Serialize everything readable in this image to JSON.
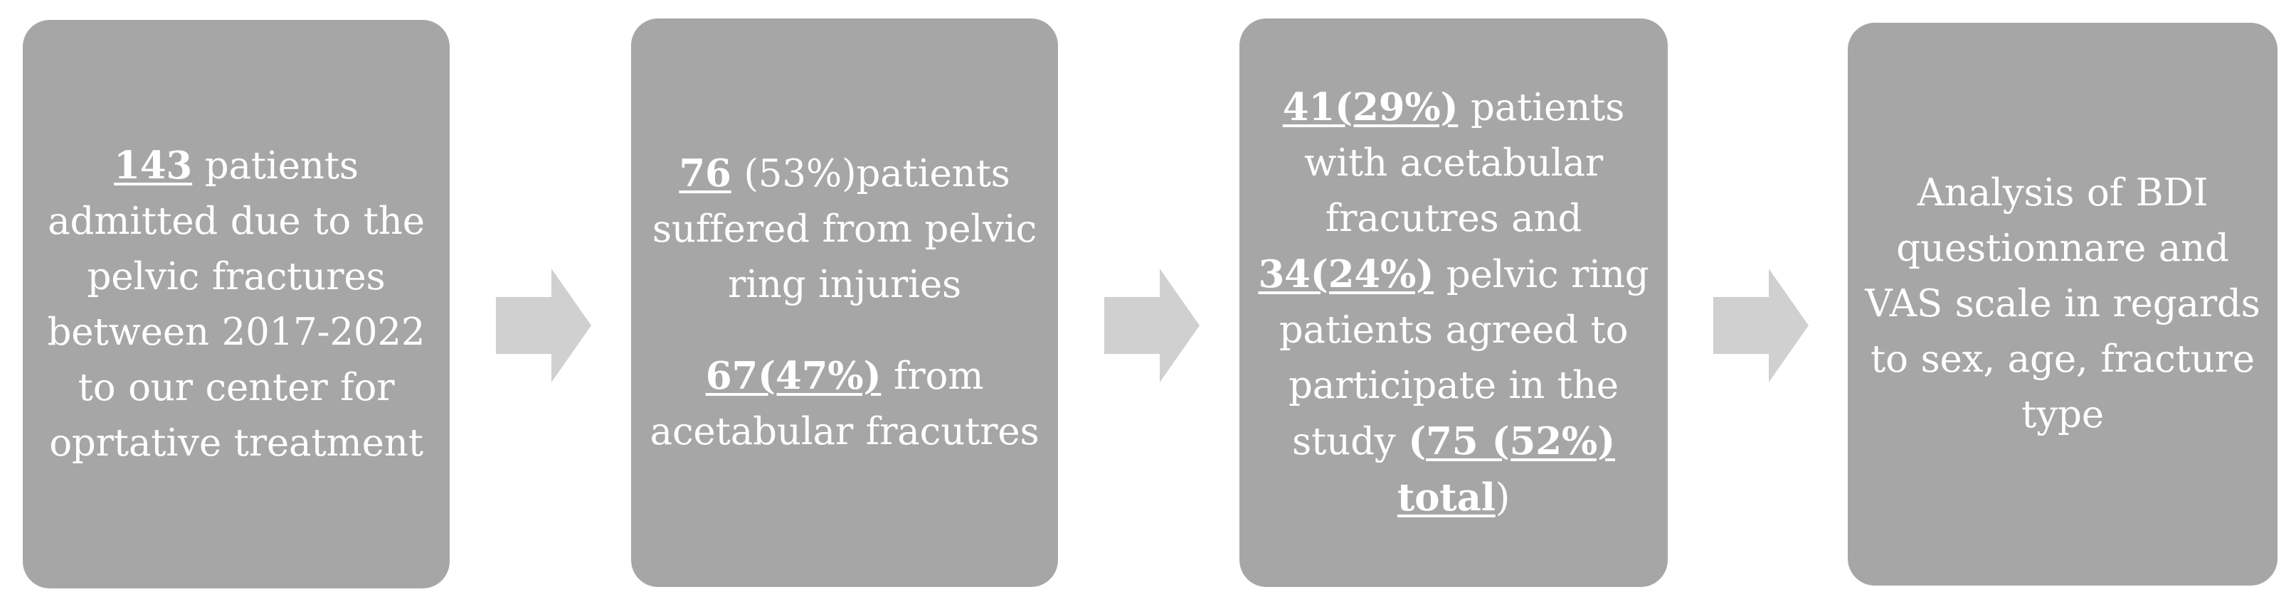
{
  "diagram": {
    "type": "flowchart",
    "orientation": "left-to-right",
    "colors": {
      "box_fill": "#a6a6a6",
      "arrow_fill": "#d0d0d0",
      "text": "#ffffff",
      "background": "#ffffff"
    },
    "nodes": [
      {
        "id": "node-1",
        "paragraphs": [
          {
            "runs": [
              {
                "text": "143",
                "style": "bold-underline"
              },
              {
                "text": " patients admitted due to the pelvic fractures between 2017-2022 to our center for oprtative treatment",
                "style": "plain"
              }
            ],
            "plain_text": "143 patients admitted due to the pelvic fractures between 2017-2022 to our center for oprtative treatment"
          }
        ]
      },
      {
        "id": "node-2",
        "paragraphs": [
          {
            "runs": [
              {
                "text": "76",
                "style": "bold-underline"
              },
              {
                "text": " (53%)patients suffered from pelvic ring injuries",
                "style": "plain"
              }
            ],
            "plain_text": "76 (53%)patients suffered from pelvic ring injuries"
          },
          {
            "runs": [
              {
                "text": "67(47%)",
                "style": "bold-underline"
              },
              {
                "text": " from acetabular fracutres",
                "style": "plain"
              }
            ],
            "plain_text": "67(47%) from acetabular fracutres"
          }
        ]
      },
      {
        "id": "node-3",
        "paragraphs": [
          {
            "runs": [
              {
                "text": "41(29%)",
                "style": "bold-underline"
              },
              {
                "text": " patients with acetabular fracutres and ",
                "style": "plain"
              },
              {
                "text": "34(24%)",
                "style": "bold-underline"
              },
              {
                "text": " pelvic ring patients agreed to participate in the study ",
                "style": "plain"
              },
              {
                "text": "(",
                "style": "bold"
              },
              {
                "text": "75 (52%) total",
                "style": "bold-underline"
              },
              {
                "text": ")",
                "style": "plain"
              }
            ],
            "plain_text": "41(29%) patients with acetabular fracutres and 34(24%) pelvic ring patients agreed to participate in the study (75 (52%) total)"
          }
        ]
      },
      {
        "id": "node-4",
        "paragraphs": [
          {
            "runs": [
              {
                "text": "Analysis of BDI questionnare and VAS scale in regards to sex, age, fracture type",
                "style": "plain"
              }
            ],
            "plain_text": "Analysis of BDI questionnare and VAS scale in regards to sex, age, fracture type"
          }
        ]
      }
    ],
    "connectors": [
      {
        "id": "arrow-1",
        "icon": "right-block-arrow-icon",
        "from": "node-1",
        "to": "node-2"
      },
      {
        "id": "arrow-2",
        "icon": "right-block-arrow-icon",
        "from": "node-2",
        "to": "node-3"
      },
      {
        "id": "arrow-3",
        "icon": "right-block-arrow-icon",
        "from": "node-3",
        "to": "node-4"
      }
    ]
  }
}
